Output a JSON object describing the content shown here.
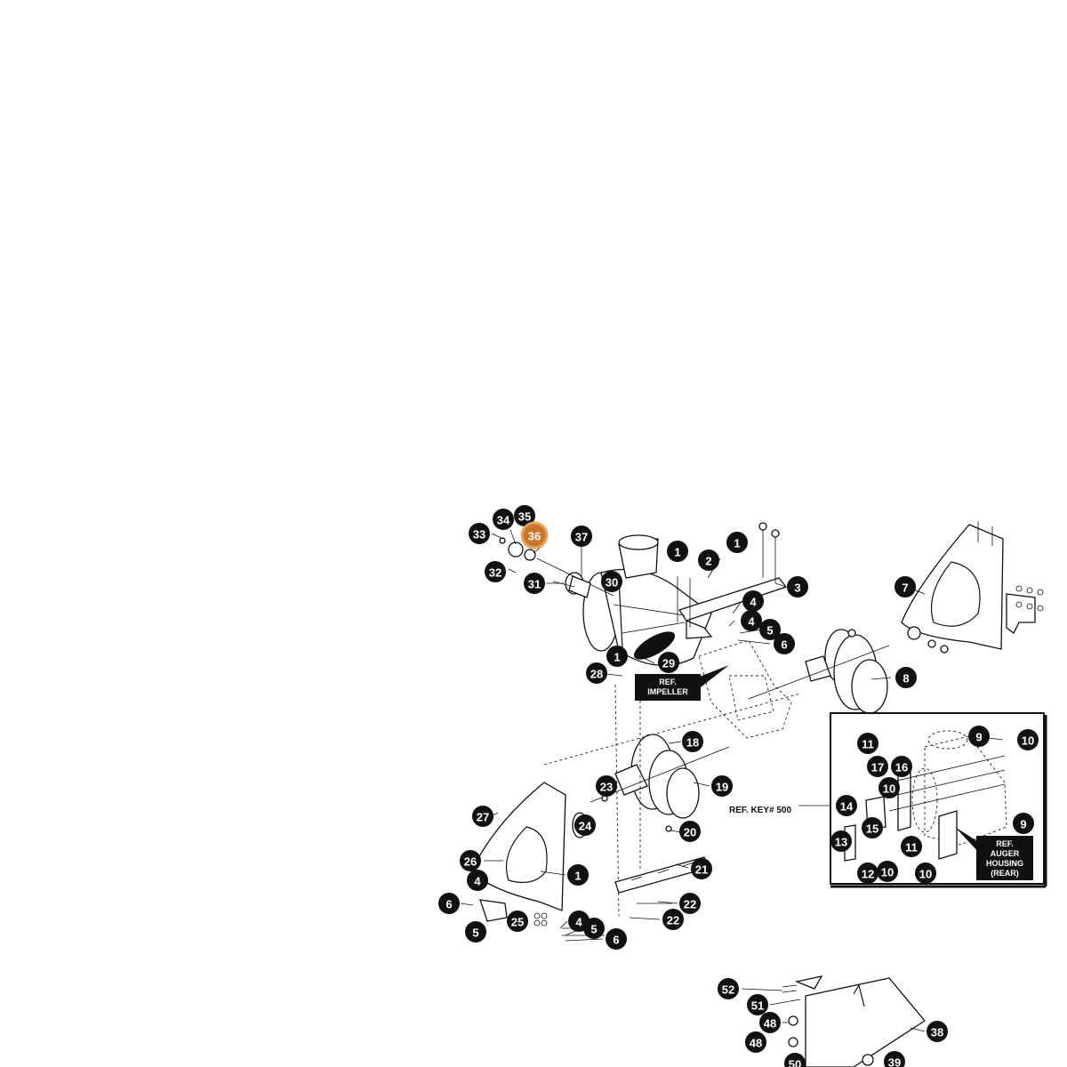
{
  "diagram": {
    "callouts": [
      {
        "id": "33",
        "text": "33"
      },
      {
        "id": "34",
        "text": "34"
      },
      {
        "id": "35",
        "text": "35"
      },
      {
        "id": "36",
        "text": "36",
        "highlight": true
      },
      {
        "id": "37",
        "text": "37"
      },
      {
        "id": "32",
        "text": "32"
      },
      {
        "id": "31",
        "text": "31"
      },
      {
        "id": "30",
        "text": "30"
      },
      {
        "id": "1a",
        "text": "1"
      },
      {
        "id": "1b",
        "text": "1"
      },
      {
        "id": "2",
        "text": "2"
      },
      {
        "id": "3",
        "text": "3"
      },
      {
        "id": "4a",
        "text": "4"
      },
      {
        "id": "4b",
        "text": "4"
      },
      {
        "id": "5a",
        "text": "5"
      },
      {
        "id": "6a",
        "text": "6"
      },
      {
        "id": "7",
        "text": "7"
      },
      {
        "id": "8",
        "text": "8"
      },
      {
        "id": "1c",
        "text": "1"
      },
      {
        "id": "29",
        "text": "29"
      },
      {
        "id": "28",
        "text": "28"
      },
      {
        "id": "18",
        "text": "18"
      },
      {
        "id": "19",
        "text": "19"
      },
      {
        "id": "23",
        "text": "23"
      },
      {
        "id": "24",
        "text": "24"
      },
      {
        "id": "27",
        "text": "27"
      },
      {
        "id": "20",
        "text": "20"
      },
      {
        "id": "21",
        "text": "21"
      },
      {
        "id": "26",
        "text": "26"
      },
      {
        "id": "1d",
        "text": "1"
      },
      {
        "id": "4c",
        "text": "4"
      },
      {
        "id": "6b",
        "text": "6"
      },
      {
        "id": "25",
        "text": "25"
      },
      {
        "id": "5b",
        "text": "5"
      },
      {
        "id": "4d",
        "text": "4"
      },
      {
        "id": "5c",
        "text": "5"
      },
      {
        "id": "6c",
        "text": "6"
      },
      {
        "id": "22a",
        "text": "22"
      },
      {
        "id": "22b",
        "text": "22"
      },
      {
        "id": "9a",
        "text": "9"
      },
      {
        "id": "10a",
        "text": "10"
      },
      {
        "id": "11a",
        "text": "11"
      },
      {
        "id": "17",
        "text": "17"
      },
      {
        "id": "16",
        "text": "16"
      },
      {
        "id": "10b",
        "text": "10"
      },
      {
        "id": "14",
        "text": "14"
      },
      {
        "id": "15",
        "text": "15"
      },
      {
        "id": "13",
        "text": "13"
      },
      {
        "id": "11b",
        "text": "11"
      },
      {
        "id": "9b",
        "text": "9"
      },
      {
        "id": "12",
        "text": "12"
      },
      {
        "id": "10c",
        "text": "10"
      },
      {
        "id": "10d",
        "text": "10"
      },
      {
        "id": "52",
        "text": "52"
      },
      {
        "id": "51",
        "text": "51"
      },
      {
        "id": "48a",
        "text": "48"
      },
      {
        "id": "48b",
        "text": "48"
      },
      {
        "id": "50",
        "text": "50"
      },
      {
        "id": "38",
        "text": "38"
      },
      {
        "id": "39",
        "text": "39"
      }
    ],
    "labels": {
      "ref_impeller": [
        "REF.",
        "IMPELLER"
      ],
      "ref_auger": [
        "REF.",
        "AUGER",
        "HOUSING",
        "(REAR)"
      ],
      "ref_key": "REF. KEY# 500"
    }
  }
}
